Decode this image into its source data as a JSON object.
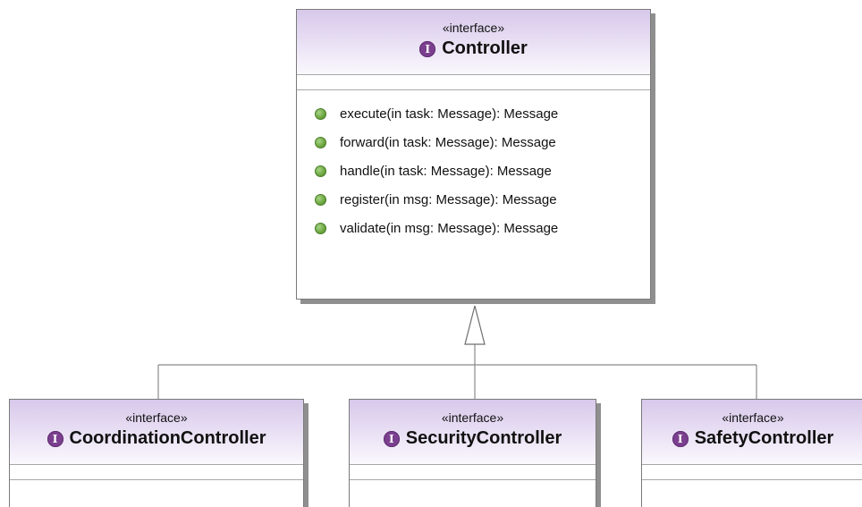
{
  "parent": {
    "stereotype": "«interface»",
    "icon": "interface-icon",
    "icon_glyph": "I",
    "name": "Controller",
    "operations": [
      "execute(in task: Message): Message",
      "forward(in task: Message): Message",
      "handle(in task: Message): Message",
      "register(in msg: Message): Message",
      "validate(in msg: Message): Message"
    ]
  },
  "children": [
    {
      "stereotype": "«interface»",
      "icon": "interface-icon",
      "icon_glyph": "I",
      "name": "CoordinationController"
    },
    {
      "stereotype": "«interface»",
      "icon": "interface-icon",
      "icon_glyph": "I",
      "name": "SecurityController"
    },
    {
      "stereotype": "«interface»",
      "icon": "interface-icon",
      "icon_glyph": "I",
      "name": "SafetyController"
    }
  ],
  "relationship": "generalization",
  "colors": {
    "header_gradient_top": "#d7c8ea",
    "interface_icon": "#7b3f8f",
    "operation_dot": "#6da63f",
    "border": "#7a7a7a"
  }
}
